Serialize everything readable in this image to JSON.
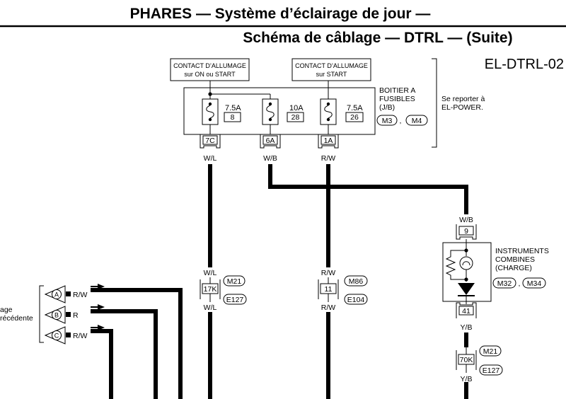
{
  "header": {
    "title_line1": "PHARES — Système d’éclairage de jour —",
    "title_line2": "Schéma de câblage — DTRL — (Suite)",
    "page_code": "EL-DTRL-02"
  },
  "ignition_boxes": [
    {
      "line1": "CONTACT D’ALLUMAGE",
      "line2": "sur ON ou START"
    },
    {
      "line1": "CONTACT D’ALLUMAGE",
      "line2": "sur START"
    }
  ],
  "fuse_block": {
    "label_lines": [
      "BOITIER A",
      "FUSIBLES",
      "(J/B)"
    ],
    "connectors": [
      "M3",
      "M4"
    ],
    "separator": ",",
    "reference_lines": [
      "Se reporter à",
      "EL-POWER."
    ],
    "fuses": [
      {
        "rating": "7.5A",
        "number": "8",
        "terminal": "7C",
        "wire": "W/L"
      },
      {
        "rating": "10A",
        "number": "28",
        "terminal": "6A",
        "wire": "W/B"
      },
      {
        "rating": "7.5A",
        "number": "26",
        "terminal": "1A",
        "wire": "R/W"
      }
    ]
  },
  "joints": [
    {
      "id": "17K",
      "wire_in": "W/L",
      "wire_out": "W/L",
      "conn_top": "M21",
      "conn_bottom": "E127"
    },
    {
      "id": "11",
      "wire_in": "R/W",
      "wire_out": "R/W",
      "conn_top": "M86",
      "conn_bottom": "E104"
    },
    {
      "id": "70K",
      "wire_in": "Y/B",
      "wire_out": "Y/B",
      "conn_top": "M21",
      "conn_bottom": "E127"
    }
  ],
  "combination_meter": {
    "label_lines": [
      "INSTRUMENTS",
      "COMBINES",
      "(CHARGE)"
    ],
    "connectors": [
      "M32",
      "M34"
    ],
    "separator": ",",
    "wire_in": "W/B",
    "pin_top": "9",
    "pin_bottom": "41",
    "wire_out": "Y/B"
  },
  "continuation": {
    "text_lines": [
      "age",
      "récédente"
    ],
    "refs": [
      {
        "letter": "A",
        "wire": "R/W"
      },
      {
        "letter": "B",
        "wire": "R"
      },
      {
        "letter": "C",
        "wire": "R/W"
      }
    ]
  }
}
